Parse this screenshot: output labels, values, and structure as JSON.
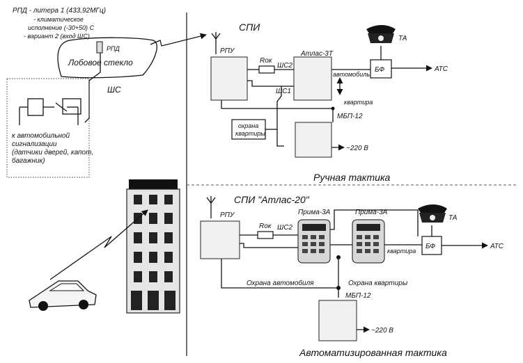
{
  "notes": {
    "line1": "РПД - литера 1 (433,92МГц)",
    "line2": "- климатическое",
    "line3": "исполнение (-30+50)  С",
    "line4": "- вариант 2 (вход ШС)"
  },
  "windshield": {
    "label": "Лобовое стекло",
    "rpd": "РПД"
  },
  "sensors": {
    "shs": "ШС",
    "line1": "к автомобильной",
    "line2": "сигнализации",
    "line3": "(датчики дверей, капот,",
    "line4": "багажник)"
  },
  "manual": {
    "spi": "СПИ",
    "rpu": "РПУ",
    "rok": "Rок",
    "shs2": "ШС2",
    "atlas": "Атлас-3Т",
    "avto": "автомобиль",
    "kvartira": "квартира",
    "shs1": "ШС1",
    "mbp": "МБП-12",
    "ohrana1": "охрана",
    "ohrana2": "квартиры",
    "v220": "~220 В",
    "bf": "БФ",
    "ats": "АТС",
    "ta": "ТА",
    "title": "Ручная тактика"
  },
  "auto": {
    "spi": "СПИ \"Атлас-20\"",
    "rpu": "РПУ",
    "rok": "Rок",
    "shs2": "ШС2",
    "prima1": "Прима-3А",
    "prima2": "Прима-3А",
    "kvartira": "квартира",
    "bf": "БФ",
    "ats": "АТС",
    "ta": "ТА",
    "ohrana_avto": "Охрана автомобиля",
    "ohrana_kv": "Охрана квартиры",
    "mbp": "МБП-12",
    "v220": "~220 В",
    "title": "Автоматизированная  тактика"
  }
}
